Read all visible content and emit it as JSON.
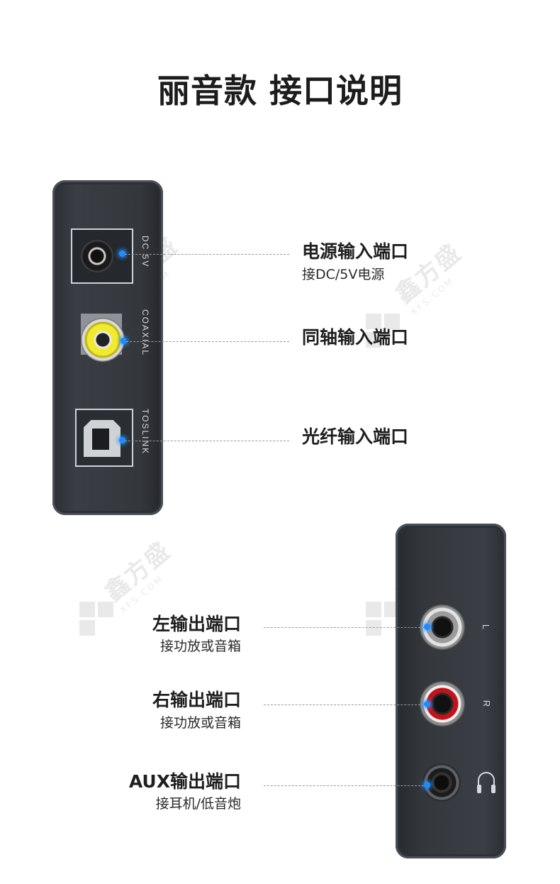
{
  "title": "丽音款 接口说明",
  "input_device": {
    "dc_label": "DC 5V",
    "coaxial_label": "COAXIAL",
    "toslink_label": "TOSLINK"
  },
  "input_ports": [
    {
      "name": "电源输入端口",
      "desc": "接DC/5V电源"
    },
    {
      "name": "同轴输入端口",
      "desc": ""
    },
    {
      "name": "光纤输入端口",
      "desc": ""
    }
  ],
  "output_device": {
    "left_label": "L",
    "right_label": "R",
    "aux_icon": "headphone-icon"
  },
  "output_ports": [
    {
      "name": "左输出端口",
      "desc": "接功放或音箱"
    },
    {
      "name": "右输出端口",
      "desc": "接功放或音箱"
    },
    {
      "name": "AUX输出端口",
      "desc": "接耳机/低音炮"
    }
  ],
  "watermark": {
    "brand": "鑫方盛",
    "domain": "XFS.COM"
  },
  "colors": {
    "indicator": "#1e8cff",
    "device_body": "#34373c",
    "coaxial_jack": "#f2ea2c",
    "right_channel": "#c4121a"
  }
}
